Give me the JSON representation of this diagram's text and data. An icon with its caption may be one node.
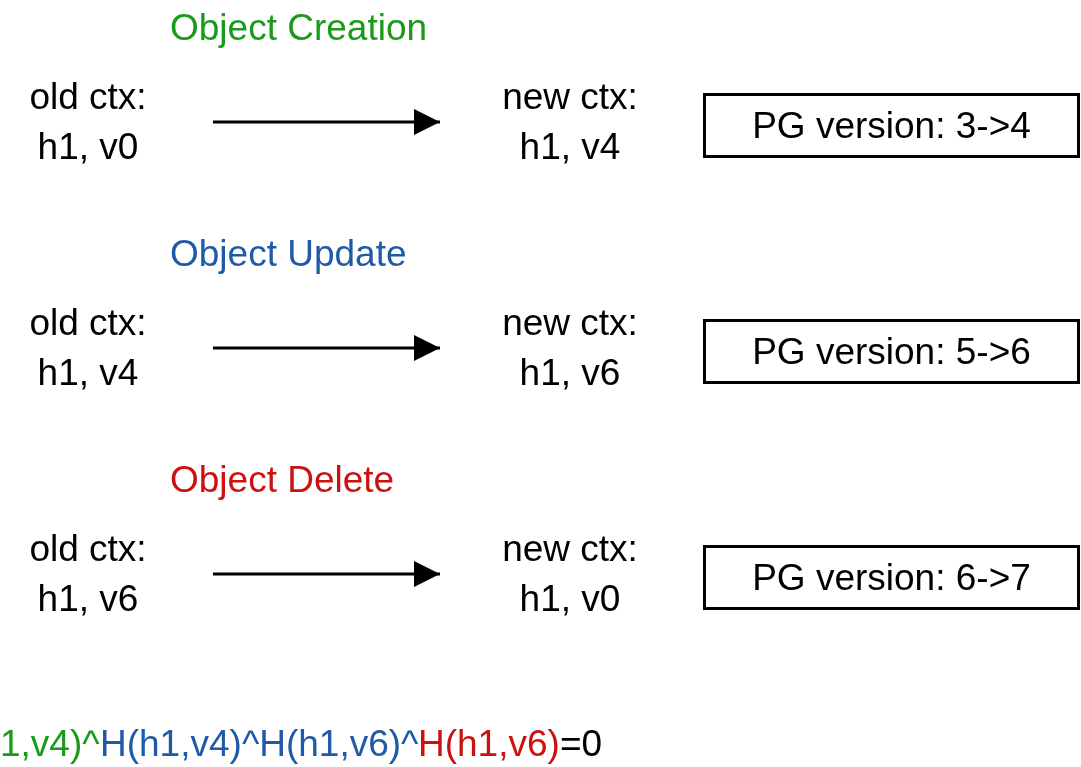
{
  "diagram": {
    "nodes": [
      {
        "text": [
          "old ctx: h1, v0"
        ]
      },
      {
        "text": [
          "new ctx: h1, v4"
        ]
      },
      {
        "text": [
          "PG version: 3->4"
        ]
      },
      {
        "text": [
          "old ctx: h1, v4"
        ]
      },
      {
        "text": [
          "new ctx: h1, v6"
        ]
      },
      {
        "text": [
          "PG version: 5->6"
        ]
      },
      {
        "text": [
          "old ctx: h1, v6"
        ]
      },
      {
        "text": [
          "new ctx: h1, v0"
        ]
      },
      {
        "text": [
          "PG version: 6->7"
        ]
      }
    ],
    "edges": [
      {
        "from": 0,
        "to": 1,
        "arrow": "to"
      },
      {
        "from": 3,
        "to": 4,
        "arrow": "to"
      },
      {
        "from": 6,
        "to": 7,
        "arrow": "to"
      }
    ],
    "labels": [
      "Object Creation",
      "Object Update",
      "Object Delete",
      "1,v4)^",
      "H(h1,v4)^H(h1,v6)^",
      "H(h1,v6)",
      "=0"
    ]
  }
}
